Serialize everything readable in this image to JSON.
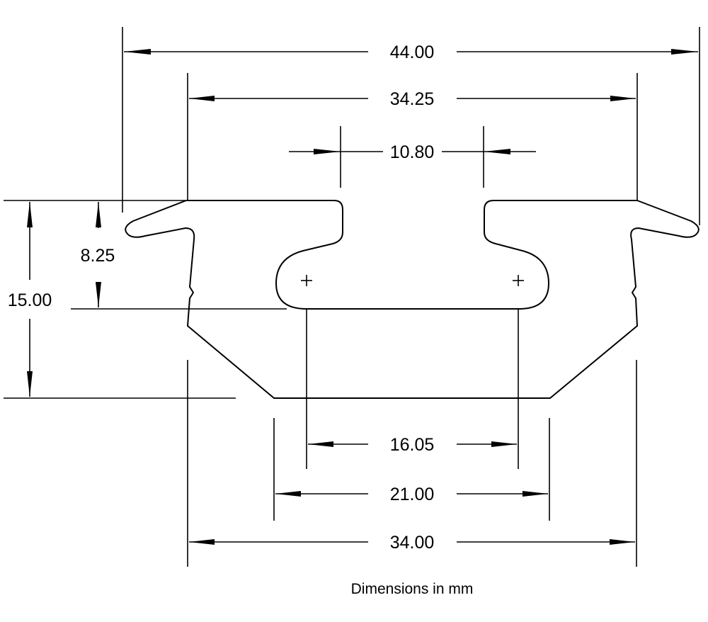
{
  "diagram": {
    "title": "",
    "caption": "Dimensions in mm",
    "dimensions": {
      "overall_width": "44.00",
      "lip_width": "34.25",
      "slot_opening": "10.80",
      "lobe_depth": "8.25",
      "total_height": "15.00",
      "hole_spacing": "16.05",
      "bottom_width": "21.00",
      "body_width": "34.00"
    }
  }
}
